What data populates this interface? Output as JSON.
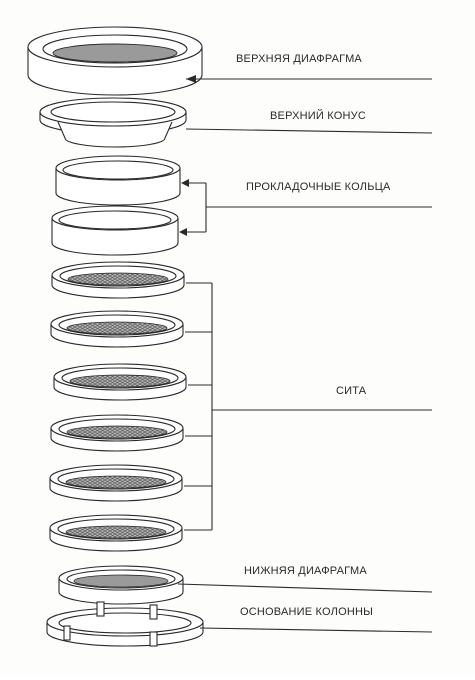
{
  "labels": {
    "top_diaphragm": "ВЕРХНЯЯ ДИАФРАГМА",
    "top_cone": "ВЕРХНИЙ КОНУС",
    "spacer_rings": "ПРОКЛАДОЧНЫЕ КОЛЬЦА",
    "sieves": "СИТА",
    "bottom_diaphragm": "НИЖНЯЯ ДИАФРАГМА",
    "column_base": "ОСНОВАНИЕ КОЛОННЫ"
  },
  "colors": {
    "ink": "#2a2a2a",
    "mesh_fill": "#8a8a8a",
    "background": "#fdfdfc"
  }
}
